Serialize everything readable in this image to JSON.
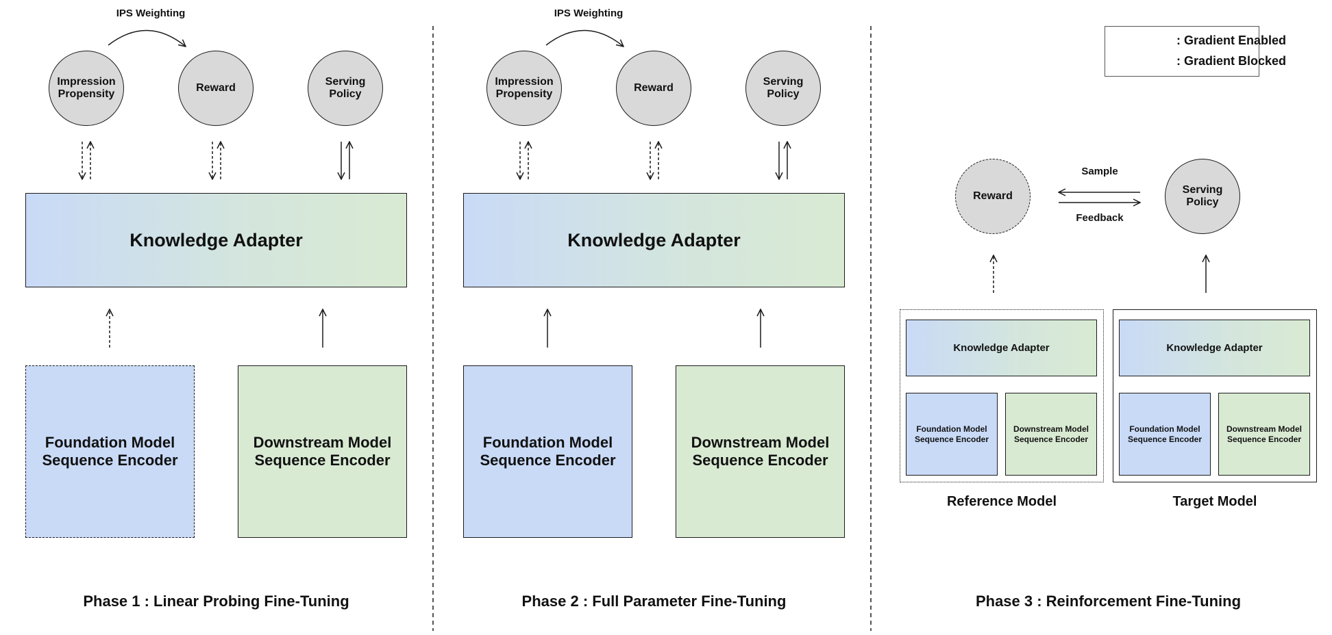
{
  "legend": {
    "solid_label": ": Gradient Enabled",
    "dashed_label": ": Gradient Blocked"
  },
  "phase1": {
    "ips_label": "IPS Weighting",
    "node_impression": [
      "Impression",
      "Propensity"
    ],
    "node_reward": "Reward",
    "node_policy": [
      "Serving",
      "Policy"
    ],
    "adapter": "Knowledge Adapter",
    "foundation": [
      "Foundation Model",
      "Sequence Encoder"
    ],
    "downstream": [
      "Downstream Model",
      "Sequence Encoder"
    ],
    "title": "Phase 1 : Linear Probing Fine-Tuning"
  },
  "phase2": {
    "ips_label": "IPS Weighting",
    "node_impression": [
      "Impression",
      "Propensity"
    ],
    "node_reward": "Reward",
    "node_policy": [
      "Serving",
      "Policy"
    ],
    "adapter": "Knowledge Adapter",
    "foundation": [
      "Foundation Model",
      "Sequence Encoder"
    ],
    "downstream": [
      "Downstream Model",
      "Sequence Encoder"
    ],
    "title": "Phase 2 : Full Parameter Fine-Tuning"
  },
  "phase3": {
    "node_reward": "Reward",
    "node_policy": [
      "Serving",
      "Policy"
    ],
    "sample_label": "Sample",
    "feedback_label": "Feedback",
    "reference": {
      "adapter": "Knowledge Adapter",
      "foundation": [
        "Foundation Model",
        "Sequence Encoder"
      ],
      "downstream": [
        "Downstream Model",
        "Sequence Encoder"
      ],
      "label": "Reference Model"
    },
    "target": {
      "adapter": "Knowledge Adapter",
      "foundation": [
        "Foundation Model",
        "Sequence Encoder"
      ],
      "downstream": [
        "Downstream Model",
        "Sequence Encoder"
      ],
      "label": "Target Model"
    },
    "title": "Phase 3 : Reinforcement Fine-Tuning"
  }
}
